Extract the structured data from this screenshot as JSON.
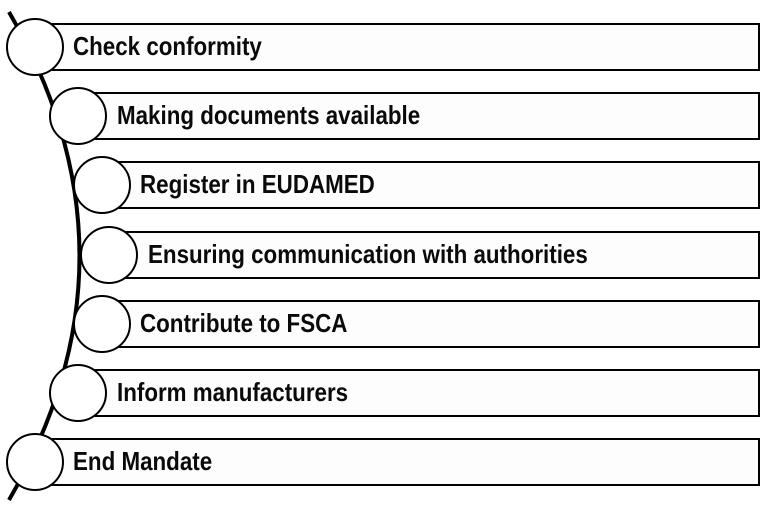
{
  "diagram": {
    "type": "vertical-curved-step-list",
    "colors": {
      "background": "#ffffff",
      "box_fill": "#fdfdfd",
      "stroke": "#000000",
      "circle_fill": "#ffffff",
      "text": "#0a0a0a"
    },
    "steps": [
      {
        "label": "Check conformity"
      },
      {
        "label": "Making documents available"
      },
      {
        "label": "Register in EUDAMED"
      },
      {
        "label": "Ensuring communication with authorities"
      },
      {
        "label": "Contribute to FSCA"
      },
      {
        "label": "Inform manufacturers"
      },
      {
        "label": "End Mandate"
      }
    ]
  }
}
